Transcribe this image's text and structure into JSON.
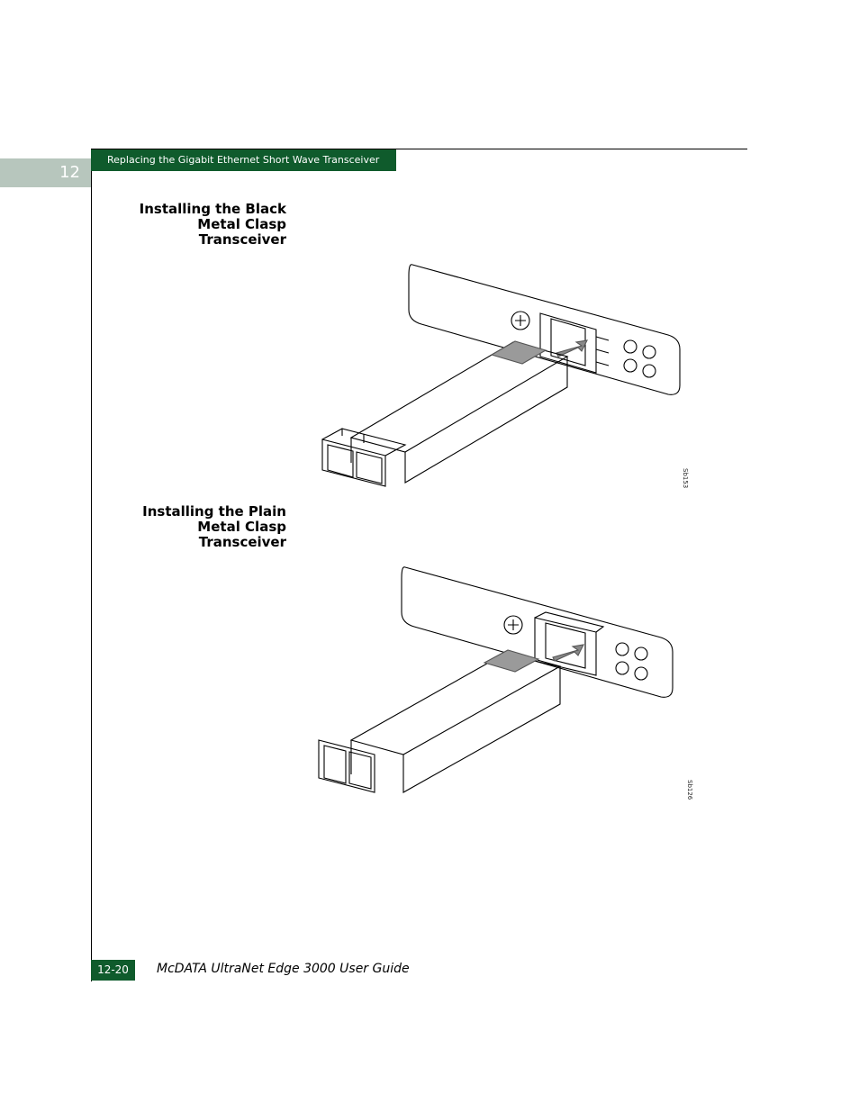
{
  "header": {
    "chapter_number": "12",
    "section_title": "Replacing the Gigabit Ethernet Short Wave Transceiver"
  },
  "figures": [
    {
      "heading_lines": [
        "Installing the Black",
        "Metal Clasp",
        "Transceiver"
      ],
      "figure_id": "Sb153"
    },
    {
      "heading_lines": [
        "Installing the Plain",
        "Metal Clasp",
        "Transceiver"
      ],
      "figure_id": "Sb126"
    }
  ],
  "footer": {
    "page_number": "12-20",
    "document_title": "McDATA UltraNet Edge 3000 User Guide"
  },
  "colors": {
    "banner_green": "#0f5b2c",
    "chapter_tab": "#b7c6bd"
  }
}
